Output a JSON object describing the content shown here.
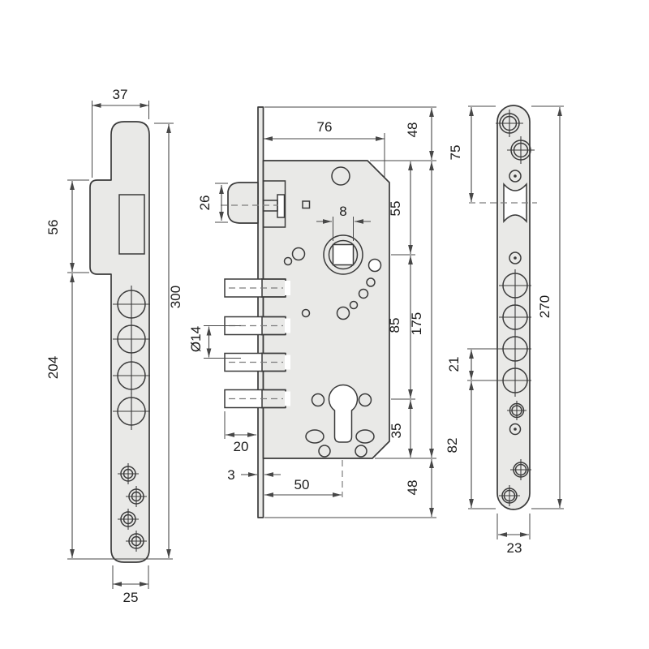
{
  "colors": {
    "bg": "#ffffff",
    "fill": "#e9e9e7",
    "line": "#3a3a3a",
    "dim": "#474747",
    "dash": "#7d7d7d",
    "text": "#1c1c1c"
  },
  "views": {
    "strike_box": {
      "dims": {
        "depth_top": "37",
        "box_height": "56",
        "body_height": "204",
        "total_height": "300",
        "depth_bottom": "25"
      }
    },
    "lock_case": {
      "dims": {
        "case_width": "76",
        "top_offset": "48",
        "latch_width": "26",
        "spindle_square": "8",
        "top_to_spindle": "55",
        "bolt_diameter": "Ø14",
        "spindle_to_cylinder": "85",
        "case_height": "175",
        "bolt_throw": "20",
        "cylinder_to_bottom": "35",
        "faceplate_thickness": "3",
        "backset": "50",
        "bottom_offset": "48"
      }
    },
    "faceplate": {
      "dims": {
        "top_to_latch": "75",
        "height": "270",
        "hole_pitch": "21",
        "latch_to_bottom": "82",
        "width": "23"
      }
    }
  }
}
